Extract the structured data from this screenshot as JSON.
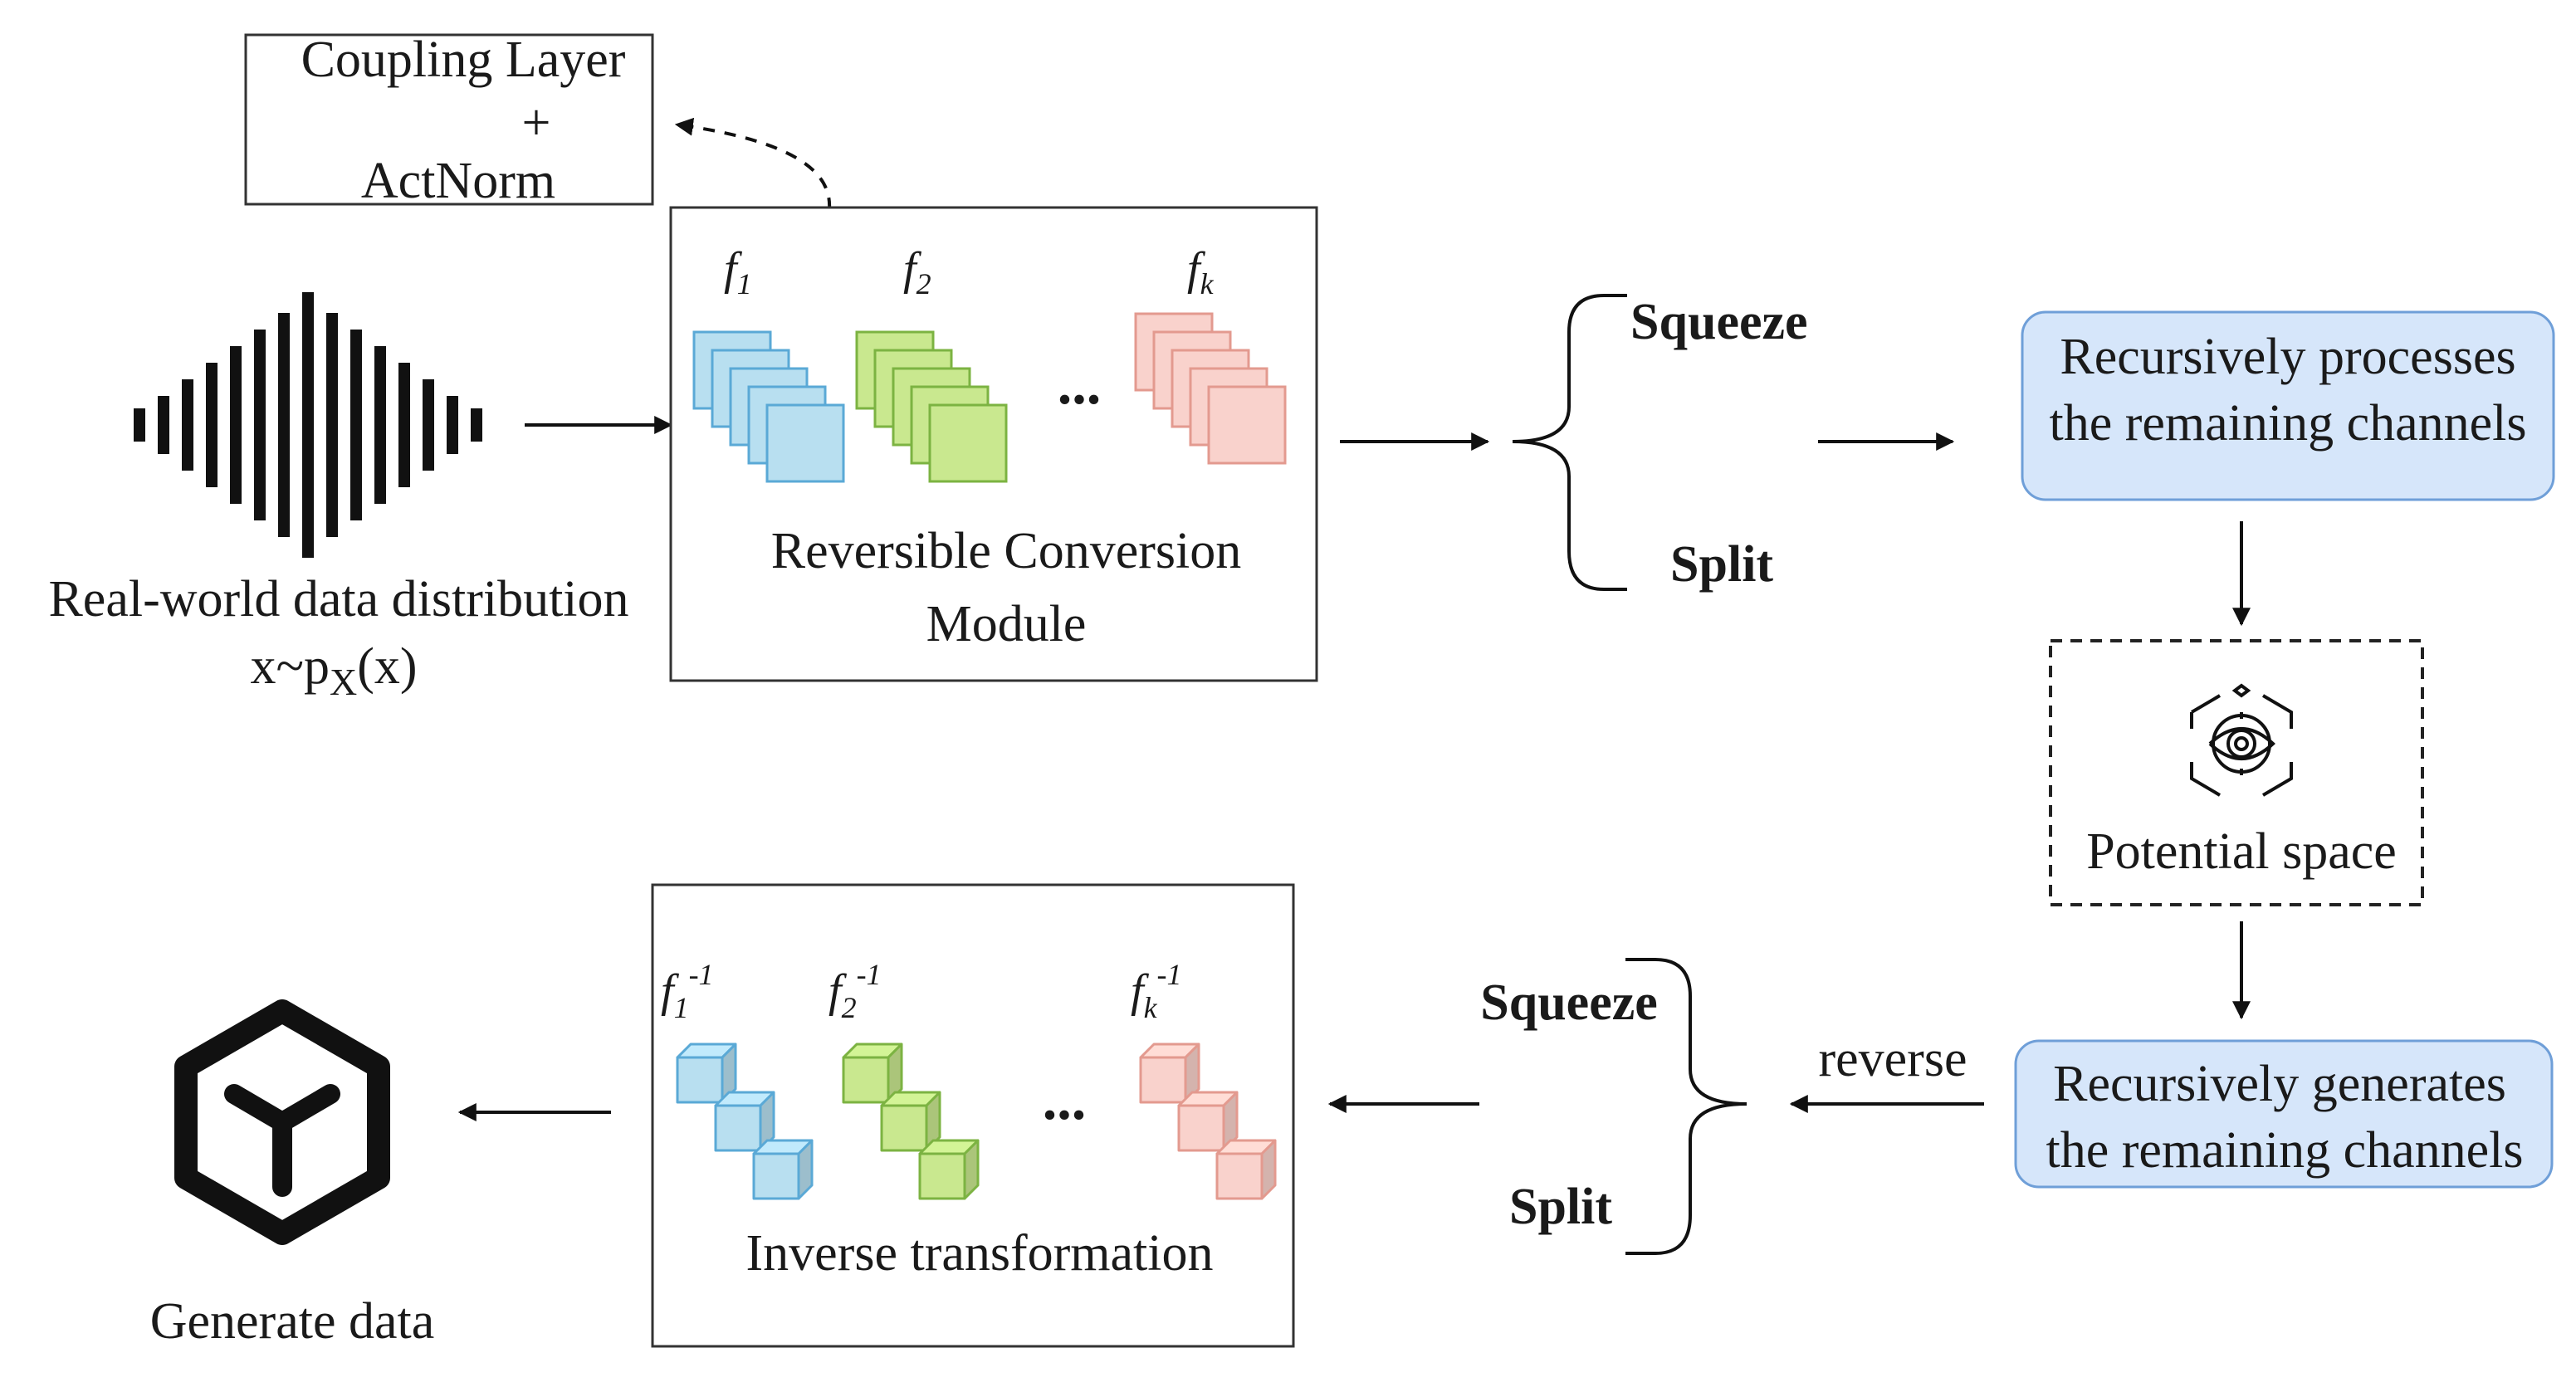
{
  "coupling": {
    "line1": "Coupling Layer",
    "plus": "+",
    "line2": "ActNorm"
  },
  "input": {
    "caption": "Real-world data distribution",
    "formula_a": "x~p",
    "formula_sub": "X",
    "formula_b": "(x)"
  },
  "forward_module": {
    "f1": "f",
    "f1_sub": "1",
    "f2": "f",
    "f2_sub": "2",
    "fk": "f",
    "fk_sub": "k",
    "dots": "...",
    "caption_line1": "Reversible Conversion",
    "caption_line2": "Module"
  },
  "forward_ops": {
    "squeeze": "Squeeze",
    "split": "Split"
  },
  "process_box": {
    "line1": "Recursively processes",
    "line2": "the remaining channels"
  },
  "latent": {
    "label": "Potential space"
  },
  "generate_box": {
    "line1": "Recursively generates",
    "line2": "the remaining channels"
  },
  "reverse": {
    "label": "reverse",
    "squeeze": "Squeeze",
    "split": "Split"
  },
  "inverse_module": {
    "f1": "f",
    "f1_sub": "1",
    "f1_sup": "-1",
    "f2": "f",
    "f2_sub": "2",
    "f2_sup": "-1",
    "fk": "f",
    "fk_sub": "k",
    "fk_sup": "-1",
    "dots": "...",
    "caption": "Inverse transformation"
  },
  "output": {
    "caption": "Generate data"
  },
  "colors": {
    "blue_fill": "#b8dff0",
    "blue_stroke": "#5aa9d6",
    "green_fill": "#c9e88f",
    "green_stroke": "#7cb342",
    "pink_fill": "#f9d2cc",
    "pink_stroke": "#e39a8f",
    "rounded_box_fill": "#d6e6fa",
    "rounded_box_stroke": "#6f9fd8"
  },
  "icons": [
    "waveform-icon",
    "latent-space-icon",
    "generated-data-icon"
  ]
}
